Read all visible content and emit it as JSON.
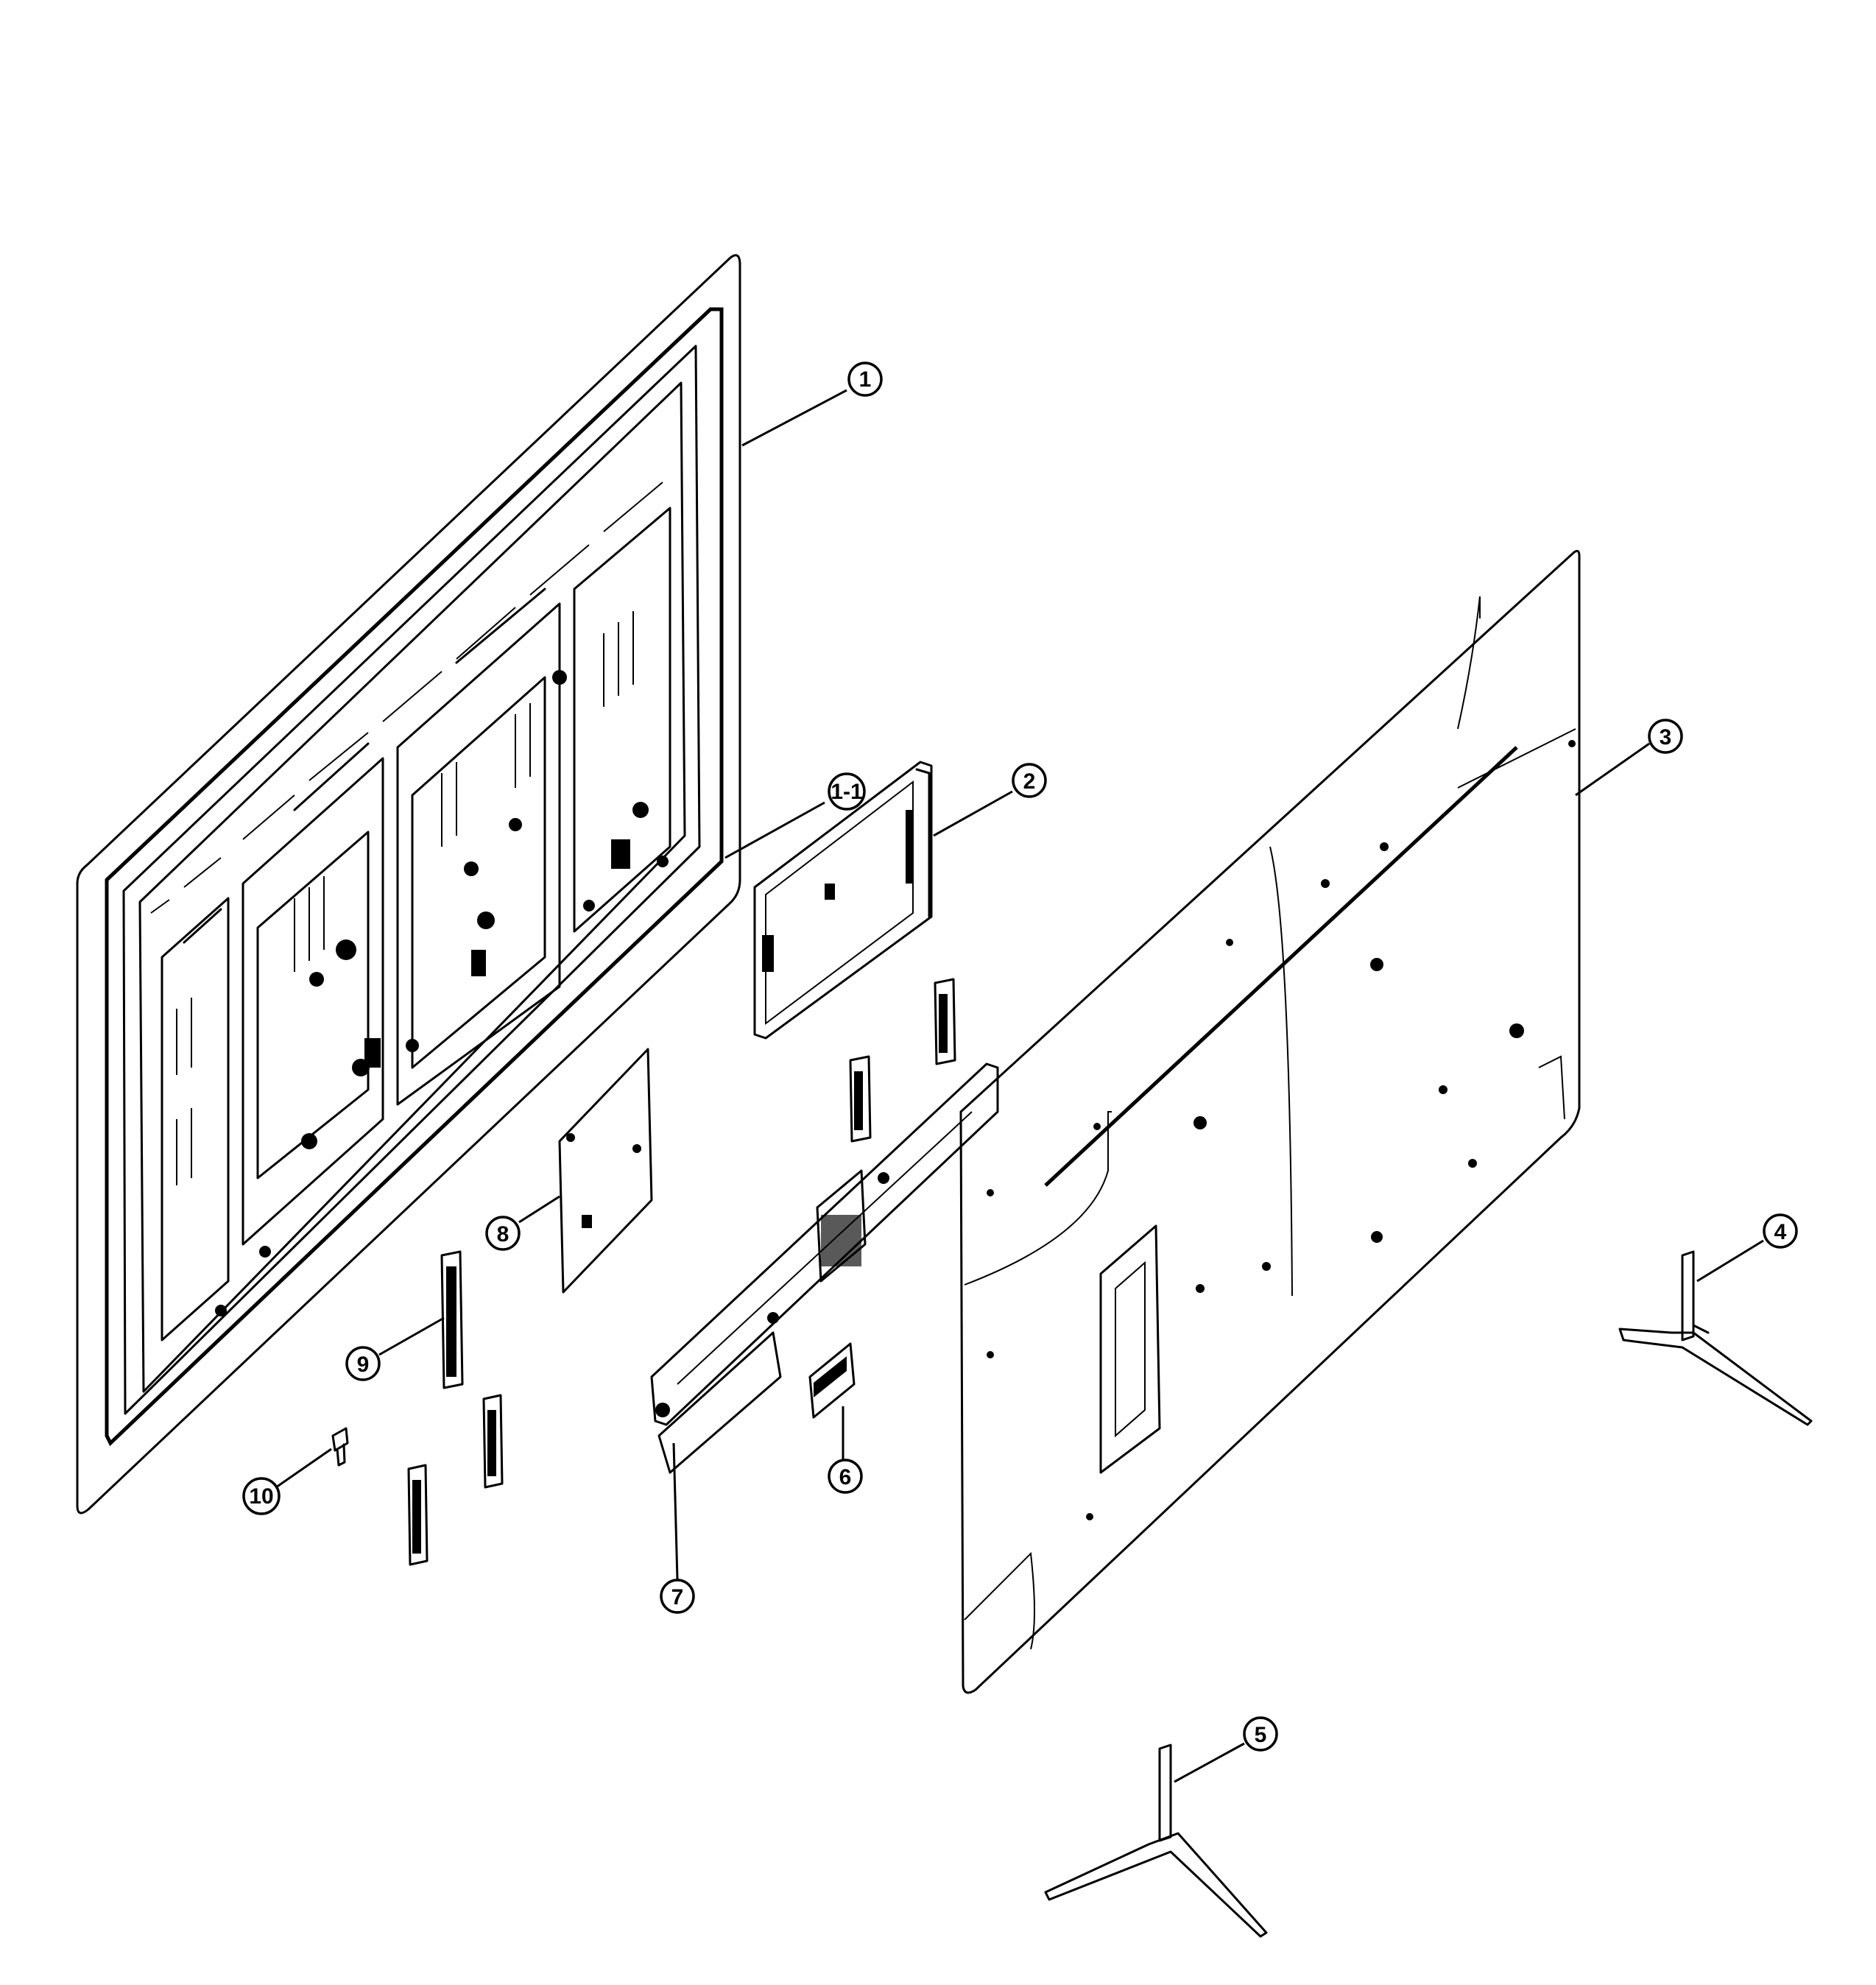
{
  "diagram": {
    "type": "exploded-parts-view",
    "callouts": [
      "1",
      "1-1",
      "2",
      "3",
      "4",
      "5",
      "6",
      "7",
      "8",
      "9",
      "10"
    ]
  }
}
